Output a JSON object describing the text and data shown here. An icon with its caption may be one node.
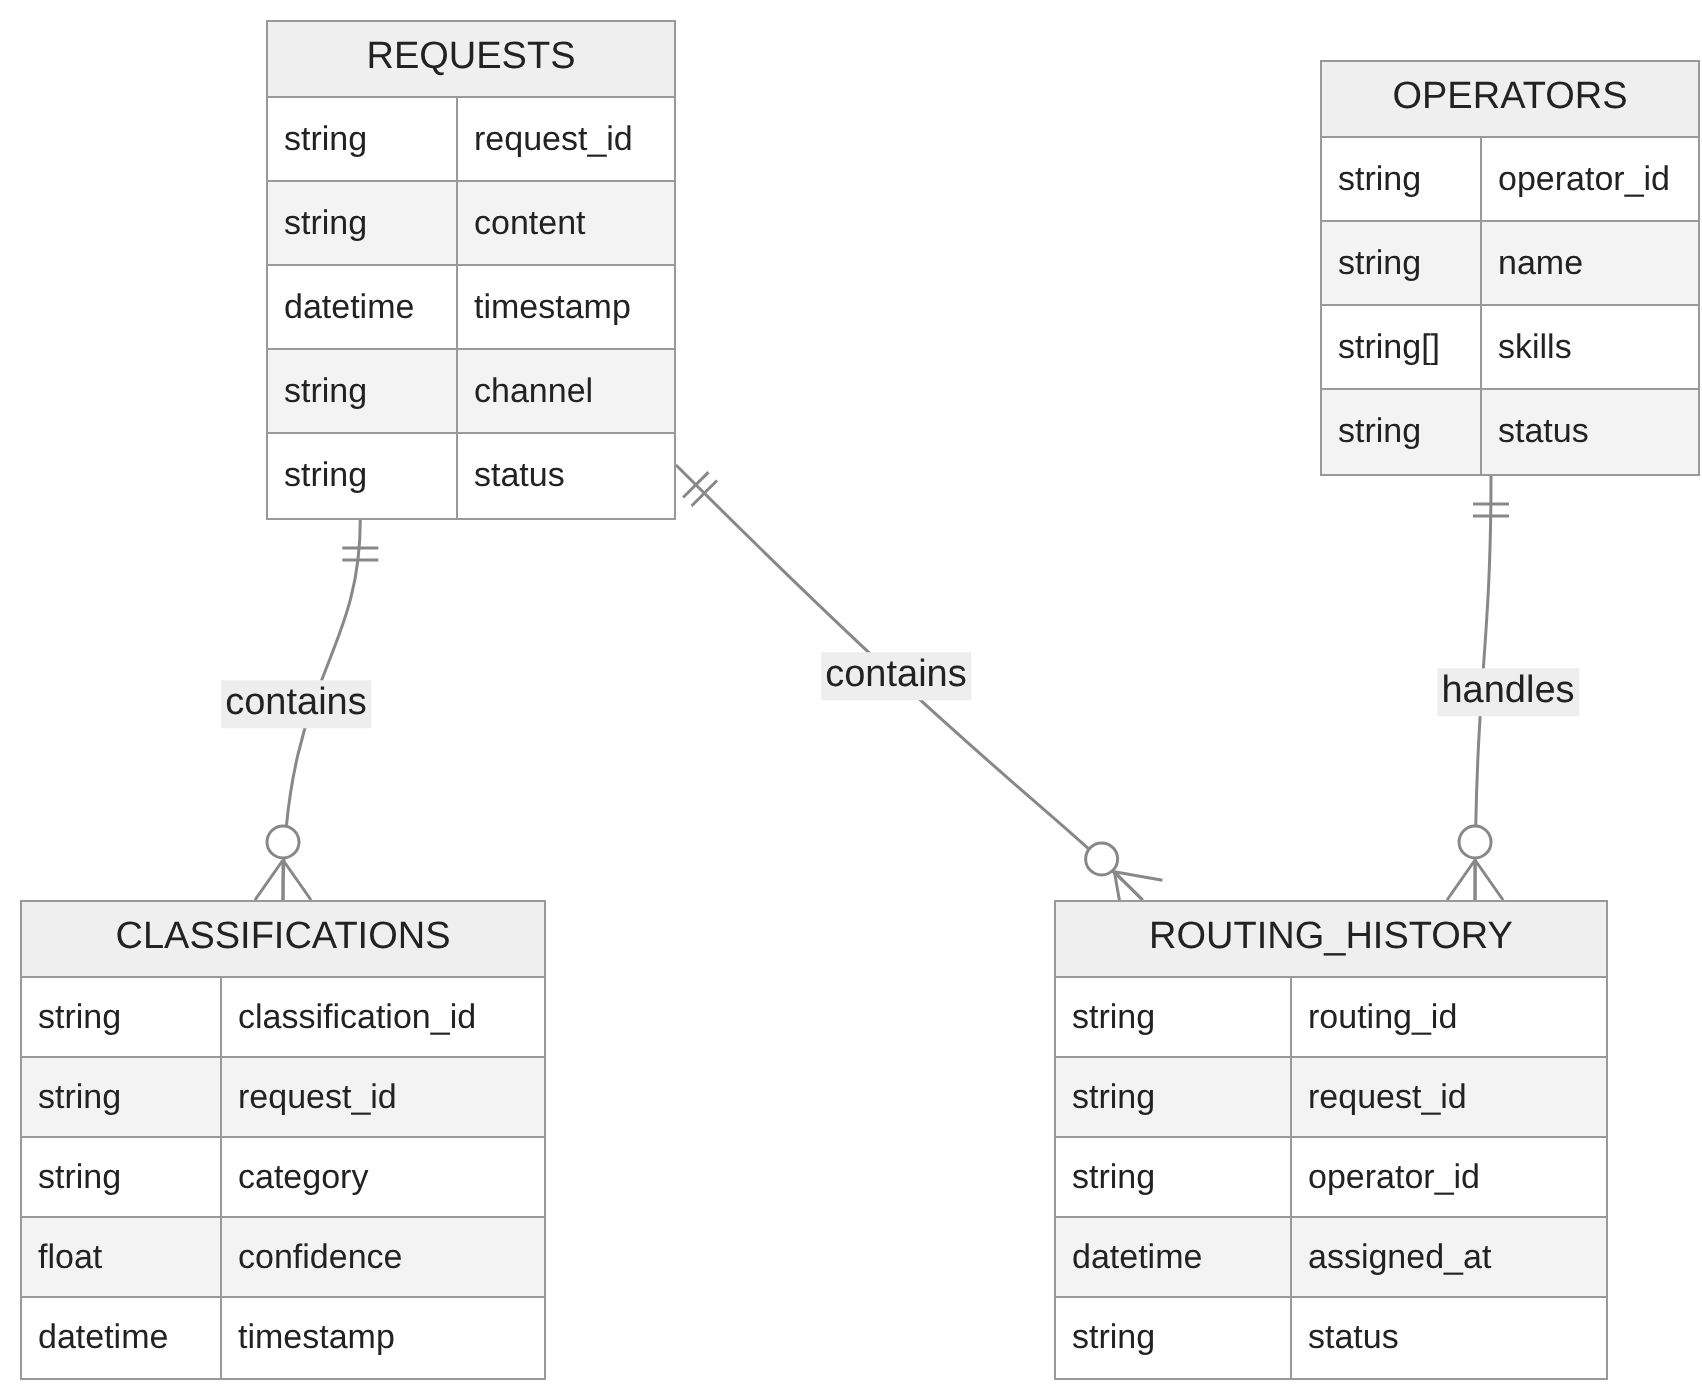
{
  "diagram": {
    "nodes": [
      {
        "text": [
          "REQUESTS"
        ]
      },
      {
        "text": [
          "string",
          "request_id"
        ],
        "in": 0
      },
      {
        "text": [
          "string",
          "content"
        ],
        "in": 0
      },
      {
        "text": [
          "datetime",
          "timestamp"
        ],
        "in": 0
      },
      {
        "text": [
          "string",
          "channel"
        ],
        "in": 0
      },
      {
        "text": [
          "string",
          "status"
        ],
        "in": 0
      },
      {
        "text": [
          "OPERATORS"
        ]
      },
      {
        "text": [
          "string",
          "operator_id"
        ],
        "in": 6
      },
      {
        "text": [
          "string",
          "name"
        ],
        "in": 6
      },
      {
        "text": [
          "string[]",
          "skills"
        ],
        "in": 6
      },
      {
        "text": [
          "string",
          "status"
        ],
        "in": 6
      },
      {
        "text": [
          "CLASSIFICATIONS"
        ]
      },
      {
        "text": [
          "string",
          "classification_id"
        ],
        "in": 11
      },
      {
        "text": [
          "string",
          "request_id"
        ],
        "in": 11
      },
      {
        "text": [
          "string",
          "category"
        ],
        "in": 11
      },
      {
        "text": [
          "float",
          "confidence"
        ],
        "in": 11
      },
      {
        "text": [
          "datetime",
          "timestamp"
        ],
        "in": 11
      },
      {
        "text": [
          "ROUTING_HISTORY"
        ]
      },
      {
        "text": [
          "string",
          "routing_id"
        ],
        "in": 17
      },
      {
        "text": [
          "string",
          "request_id"
        ],
        "in": 17
      },
      {
        "text": [
          "string",
          "operator_id"
        ],
        "in": 17
      },
      {
        "text": [
          "datetime",
          "assigned_at"
        ],
        "in": 17
      },
      {
        "text": [
          "string",
          "status"
        ],
        "in": 17
      }
    ],
    "edges": [
      {
        "from": 0,
        "to": 11,
        "arrow": "other",
        "label": "contains"
      },
      {
        "from": 0,
        "to": 17,
        "arrow": "other",
        "label": "contains"
      },
      {
        "from": 6,
        "to": 17,
        "arrow": "other",
        "label": "handles"
      }
    ]
  }
}
